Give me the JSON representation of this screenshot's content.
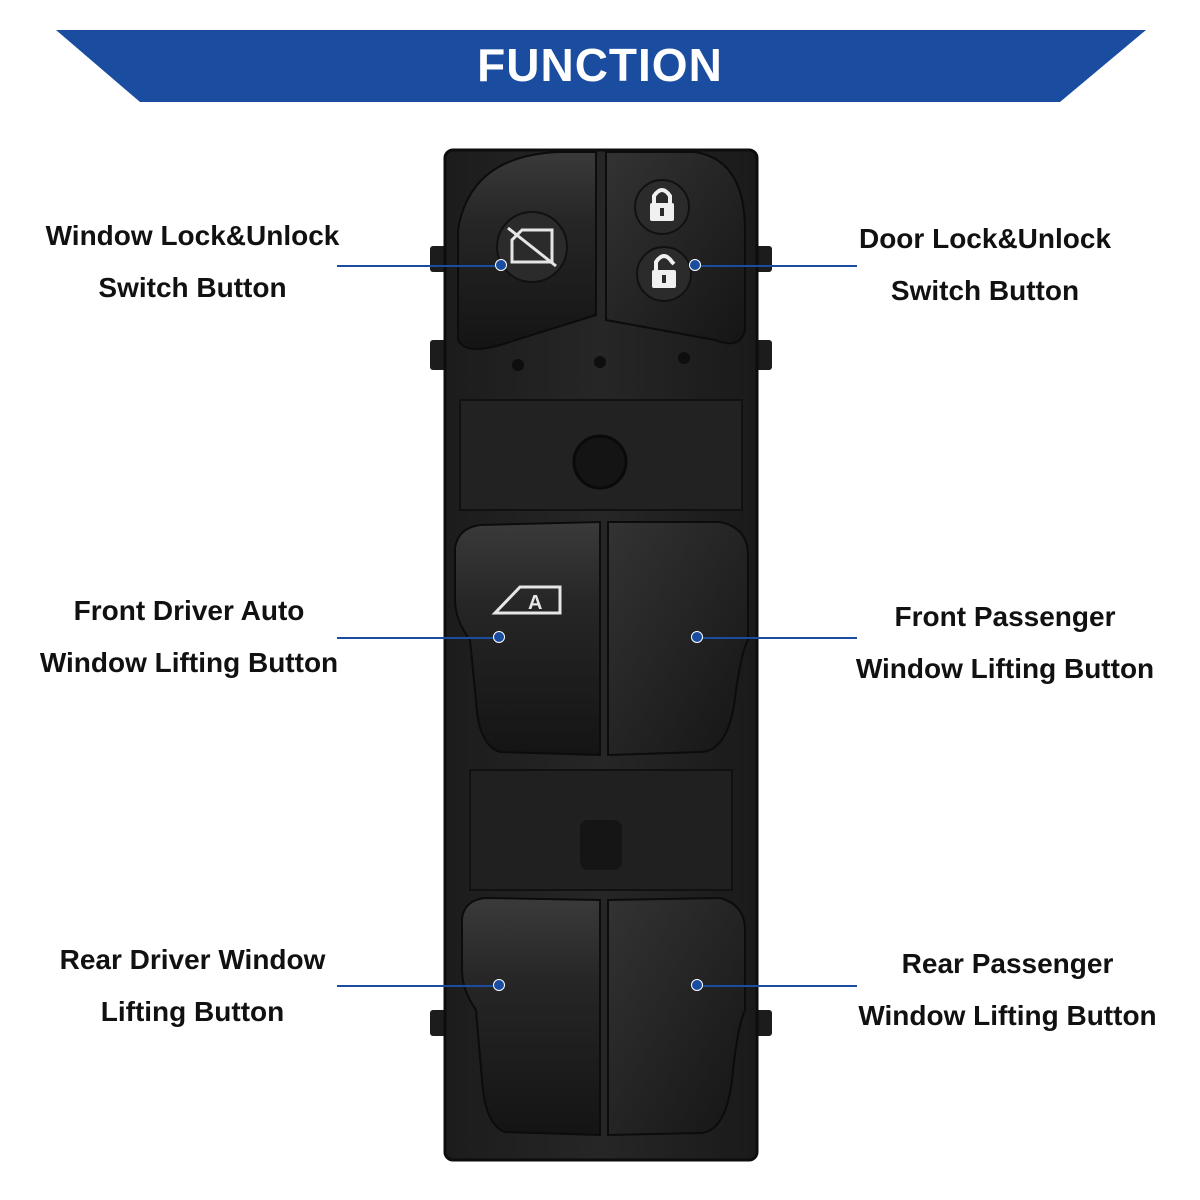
{
  "banner": {
    "title": "FUNCTION",
    "color": "#1a4ca0"
  },
  "accent_color": "#1a4ca0",
  "labels": {
    "window_lock": {
      "line1": "Window Lock&Unlock",
      "line2": "Switch Button"
    },
    "door_lock": {
      "line1": "Door Lock&Unlock",
      "line2": "Switch Button"
    },
    "front_driver": {
      "line1": "Front Driver Auto",
      "line2": "Window Lifting Button"
    },
    "front_passenger": {
      "line1": "Front Passenger",
      "line2": "Window Lifting Button"
    },
    "rear_driver": {
      "line1": "Rear Driver Window",
      "line2": "Lifting Button"
    },
    "rear_passenger": {
      "line1": "Rear Passenger",
      "line2": "Window Lifting Button"
    }
  },
  "icons": {
    "window_lock": "window-lock-icon",
    "door_lock": "padlock-locked-icon",
    "door_unlock": "padlock-unlocked-icon",
    "auto_window": "auto-window-icon"
  },
  "switch_button_glyph": "A"
}
